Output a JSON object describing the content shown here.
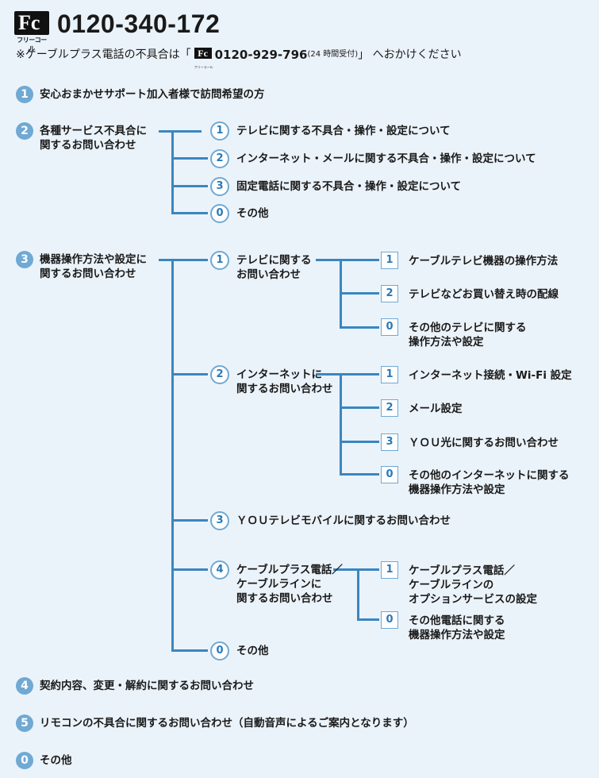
{
  "header": {
    "logo_text": "Fc",
    "logo_caption": "フリーコール",
    "phone": "0120-340-172",
    "note_prefix": "※ケーブルプラス電話の不具合は「",
    "note_phone": "0120-929-796",
    "note_hours": "(24 時間受付)",
    "note_suffix": "」 へおかけください"
  },
  "menu": [
    {
      "key": "1",
      "label": "安心おまかせサポート加入者様で訪問希望の方"
    },
    {
      "key": "2",
      "label": "各種サービス不具合に\n関するお問い合わせ",
      "children": [
        {
          "key": "1",
          "label": "テレビに関する不具合・操作・設定について"
        },
        {
          "key": "2",
          "label": "インターネット・メールに関する不具合・操作・設定について"
        },
        {
          "key": "3",
          "label": "固定電話に関する不具合・操作・設定について"
        },
        {
          "key": "0",
          "label": "その他"
        }
      ]
    },
    {
      "key": "3",
      "label": "機器操作方法や設定に\n関するお問い合わせ",
      "children": [
        {
          "key": "1",
          "label": "テレビに関する\nお問い合わせ",
          "children": [
            {
              "key": "1",
              "label": "ケーブルテレビ機器の操作方法"
            },
            {
              "key": "2",
              "label": "テレビなどお買い替え時の配線"
            },
            {
              "key": "0",
              "label": "その他のテレビに関する\n操作方法や設定"
            }
          ]
        },
        {
          "key": "2",
          "label": "インターネットに\n関するお問い合わせ",
          "children": [
            {
              "key": "1",
              "label": "インターネット接続・Wi-Fi 設定"
            },
            {
              "key": "2",
              "label": "メール設定"
            },
            {
              "key": "3",
              "label": "ＹＯＵ光に関するお問い合わせ"
            },
            {
              "key": "0",
              "label": "その他のインターネットに関する\n機器操作方法や設定"
            }
          ]
        },
        {
          "key": "3",
          "label": "ＹＯＵテレビモバイルに関するお問い合わせ"
        },
        {
          "key": "4",
          "label": "ケーブルプラス電話／\nケーブルラインに\n関するお問い合わせ",
          "children": [
            {
              "key": "1",
              "label": "ケーブルプラス電話／\nケーブルラインの\nオプションサービスの設定"
            },
            {
              "key": "0",
              "label": "その他電話に関する\n機器操作方法や設定"
            }
          ]
        },
        {
          "key": "0",
          "label": "その他"
        }
      ]
    },
    {
      "key": "4",
      "label": "契約内容、変更・解約に関するお問い合わせ"
    },
    {
      "key": "5",
      "label": "リモコンの不具合に関するお問い合わせ（自動音声によるご案内となります）"
    },
    {
      "key": "0",
      "label": "その他"
    }
  ]
}
